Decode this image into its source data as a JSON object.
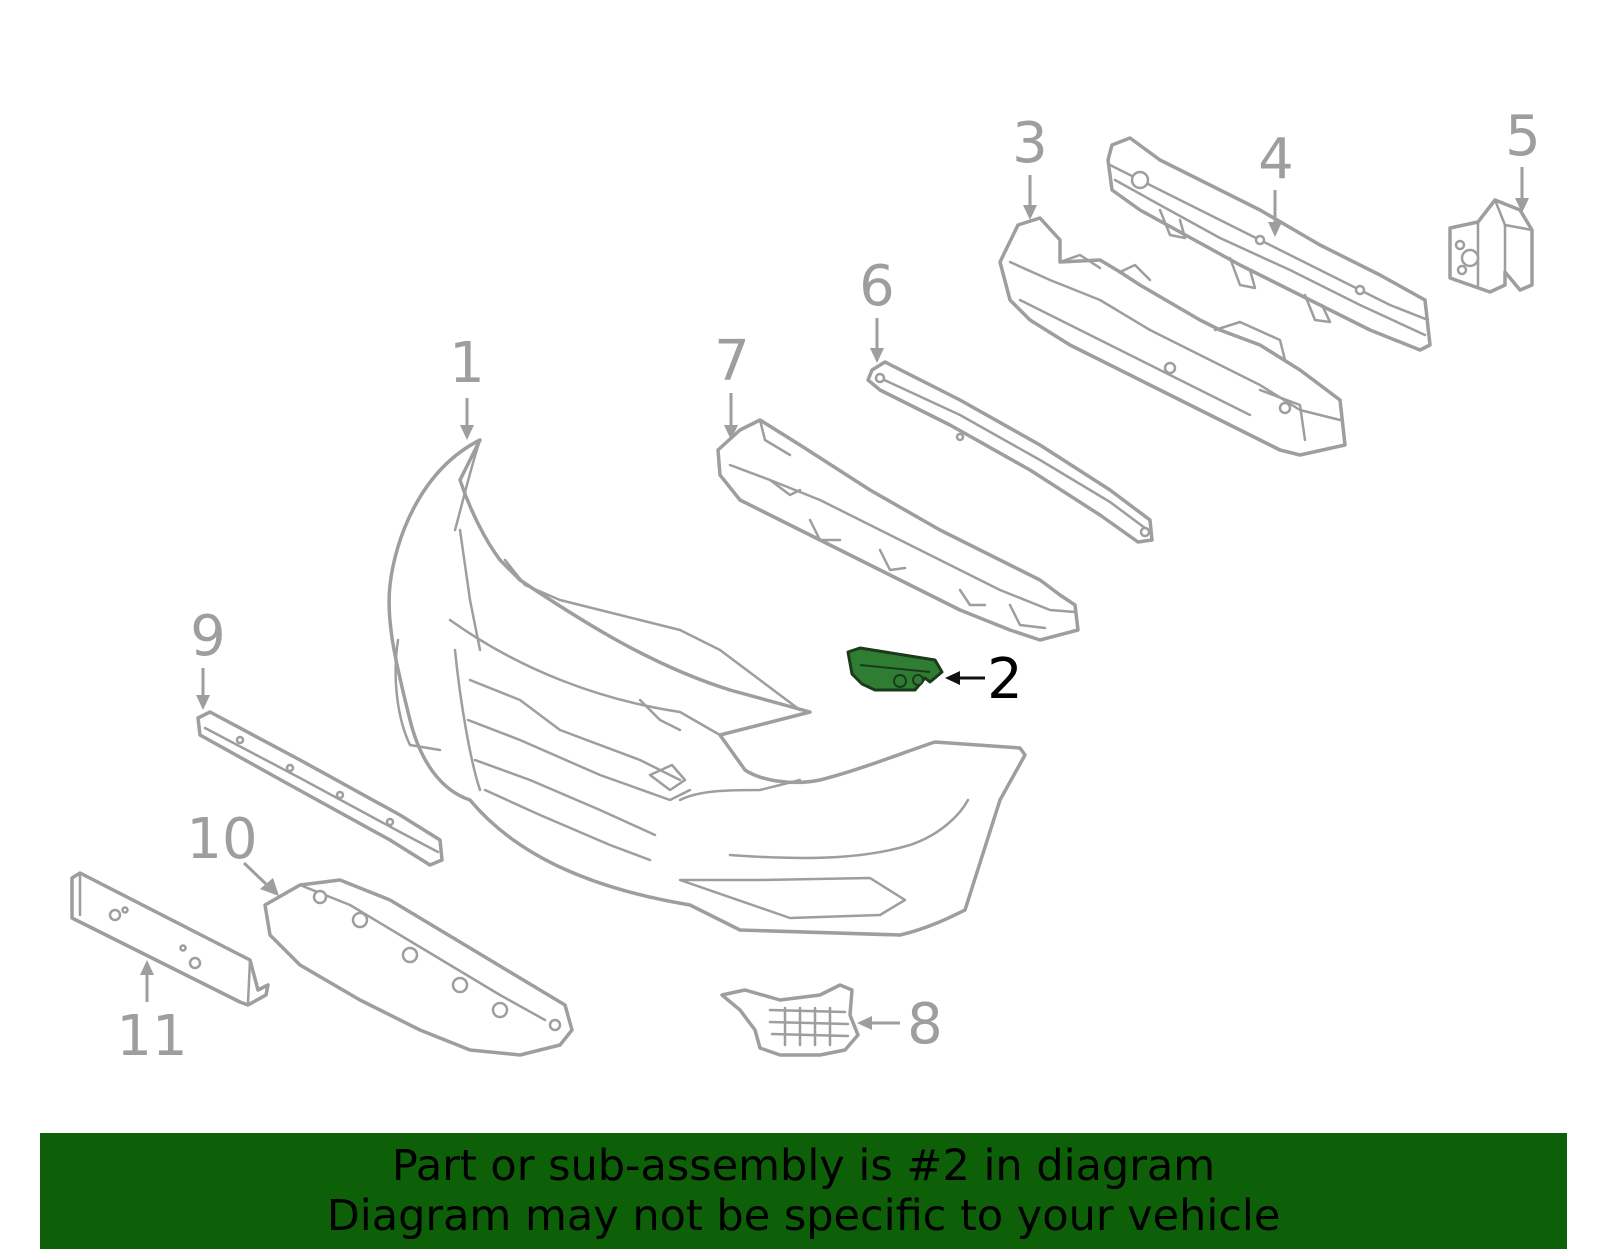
{
  "diagram": {
    "highlight_color": "#2e7d32",
    "line_color": "#9e9e9e",
    "callouts": [
      {
        "id": "1",
        "label": "1",
        "part": "front-bumper-cover",
        "highlighted": false
      },
      {
        "id": "2",
        "label": "2",
        "part": "bumper-bracket",
        "highlighted": true
      },
      {
        "id": "3",
        "label": "3",
        "part": "energy-absorber",
        "highlighted": false
      },
      {
        "id": "4",
        "label": "4",
        "part": "reinforcement-bar",
        "highlighted": false
      },
      {
        "id": "5",
        "label": "5",
        "part": "mounting-bracket",
        "highlighted": false
      },
      {
        "id": "6",
        "label": "6",
        "part": "upper-retainer",
        "highlighted": false
      },
      {
        "id": "7",
        "label": "7",
        "part": "lower-absorber",
        "highlighted": false
      },
      {
        "id": "8",
        "label": "8",
        "part": "fog-lamp-grille",
        "highlighted": false
      },
      {
        "id": "9",
        "label": "9",
        "part": "molding-strip",
        "highlighted": false
      },
      {
        "id": "10",
        "label": "10",
        "part": "lower-deflector",
        "highlighted": false
      },
      {
        "id": "11",
        "label": "11",
        "part": "license-bracket",
        "highlighted": false
      }
    ]
  },
  "banner": {
    "background": "#0e6008",
    "line1": "Part or sub-assembly is #2 in diagram",
    "line2": "Diagram may not be specific to your vehicle"
  }
}
